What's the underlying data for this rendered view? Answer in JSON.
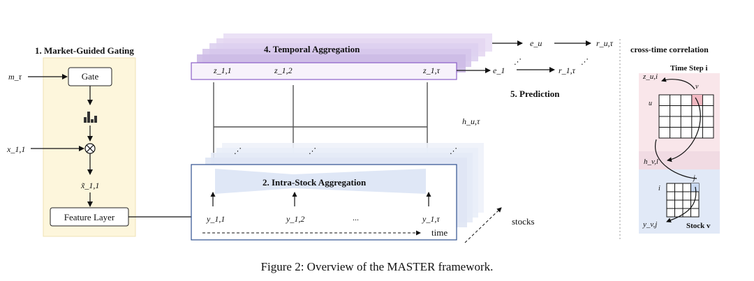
{
  "gating": {
    "title": "1. Market-Guided Gating",
    "input_m": "m_τ",
    "gate_label": "Gate",
    "input_x": "x_1,1",
    "x_tilde": "x̃_1,1",
    "feature_layer_label": "Feature Layer"
  },
  "intra": {
    "title": "2. Intra-Stock Aggregation",
    "y_labels": [
      "y_1,1",
      "y_1,2",
      "...",
      "y_1,τ"
    ],
    "time_label": "time",
    "stocks_label": "stocks"
  },
  "temporal": {
    "title": "4. Temporal Aggregation",
    "z_labels": [
      "z_1,1",
      "z_1,2",
      "z_1,τ"
    ],
    "h_label": "h_u,τ"
  },
  "prediction": {
    "title": "5. Prediction",
    "e1": "e_1",
    "eu": "e_u",
    "r1": "r_1,τ",
    "ru": "r_u,τ"
  },
  "cross_time": {
    "title": "cross-time correlation",
    "time_step_label": "Time Step i",
    "z_ui": "z_u,i",
    "v_label": "v",
    "u_label": "u",
    "h_vl": "h_v,l",
    "j_label": "j",
    "i_label": "i",
    "y_vj": "y_v,j",
    "stock_label": "Stock v"
  },
  "caption": "Figure 2: Overview of the MASTER framework.",
  "colors": {
    "gating_bg": "#fdf6dc",
    "gating_border": "#e9d89a",
    "temporal_purple": "#cdb8e6",
    "temporal_border": "#8c5fc8",
    "intra_blue": "#d7e2f5",
    "intra_border": "#2f4f8f",
    "pink_bg": "#f9e6ea",
    "pink_cell": "#f2b9c2",
    "blue_bg": "#e1e9f7",
    "blue_cell": "#c8d8f0"
  }
}
